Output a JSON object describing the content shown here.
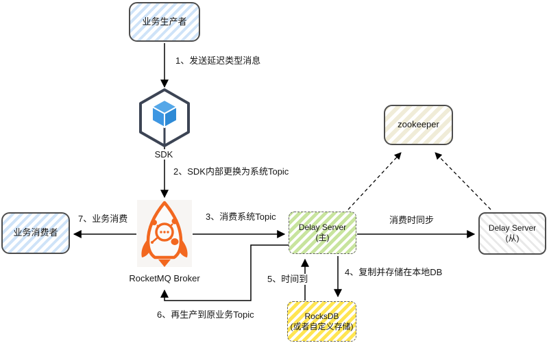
{
  "nodes": {
    "producer": {
      "label": "业务生产者"
    },
    "sdk": {
      "label": "SDK"
    },
    "broker": {
      "label": "RocketMQ Broker"
    },
    "consumer": {
      "label": "业务消费者"
    },
    "delay_master": {
      "label_line1": "Delay Server",
      "label_line2": "(主)"
    },
    "delay_slave": {
      "label_line1": "Delay Server",
      "label_line2": "(从)"
    },
    "zookeeper": {
      "label": "zookeeper"
    },
    "rocksdb": {
      "label_line1": "RocksDB",
      "label_line2": "(或者自定义存储)"
    }
  },
  "edges": {
    "step1": {
      "label": "1、发送延迟类型消息"
    },
    "step2": {
      "label": "2、SDK内部更换为系统Topic"
    },
    "step3": {
      "label": "3、消费系统Topic"
    },
    "step4": {
      "label": "4、复制并存储在本地DB"
    },
    "step5": {
      "label": "5、时间到"
    },
    "step6": {
      "label": "6、再生产到原业务Topic"
    },
    "step7": {
      "label": "7、业务消费"
    },
    "sync": {
      "label": "消费时同步"
    }
  },
  "icons": {
    "sdk_icon": "cube-icon",
    "broker_icon": "rocketmq-rocket-icon"
  },
  "colors": {
    "producer_stripe": "#cfe3f8",
    "delay_master_stripe": "#c8e49e",
    "rocksdb_stripe": "#ffe552",
    "zookeeper_stripe": "#f0ecd8",
    "delay_slave_stripe": "#e9e9e9",
    "rocket_orange": "#f2671f",
    "cube_blue": "#3d96e2",
    "arrow": "#000000"
  }
}
